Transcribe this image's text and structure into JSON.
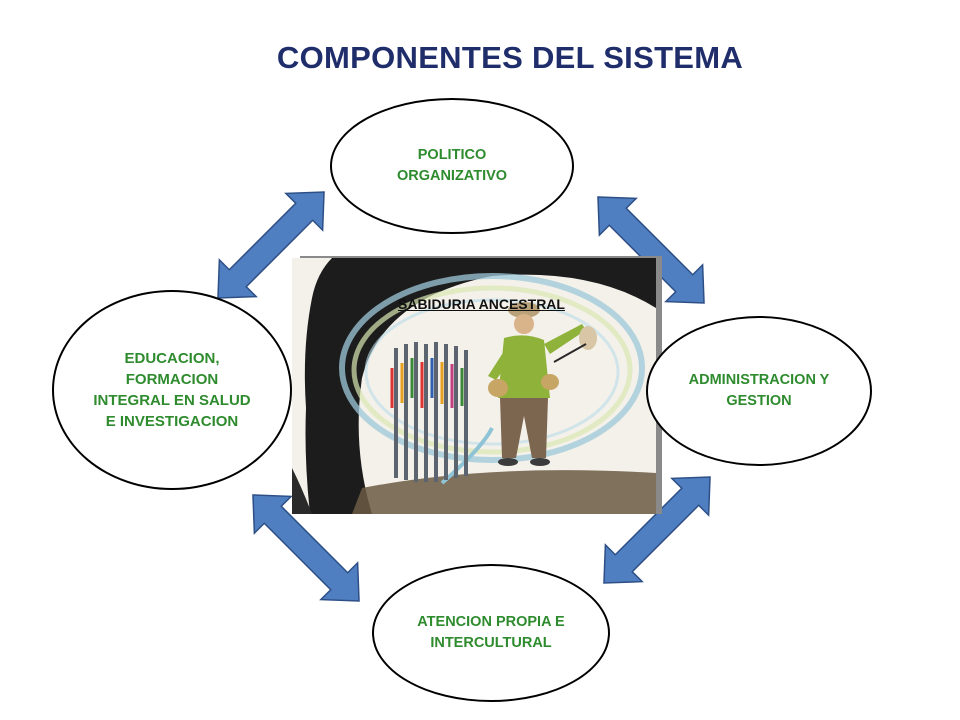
{
  "title": "COMPONENTES DEL SISTEMA",
  "center": {
    "label": "SABIDURIA ANCESTRAL"
  },
  "components": {
    "top": "POLITICO\nORGANIZATIVO",
    "left": "EDUCACION,\nFORMACION\nINTEGRAL EN SALUD\nE INVESTIGACION",
    "right": "ADMINISTRACION Y\nGESTION",
    "bottom": "ATENCION PROPIA E\nINTERCULTURAL"
  },
  "colors": {
    "title": "#1f2d6b",
    "component_text": "#2e8b2e",
    "arrow_fill": "#4f7fc0",
    "arrow_stroke": "#2d4f86"
  }
}
